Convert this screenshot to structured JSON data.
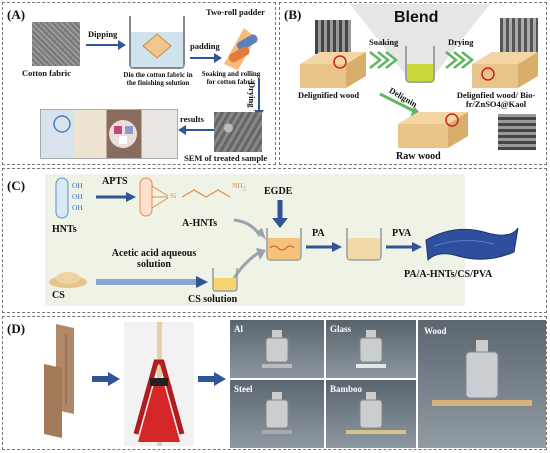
{
  "panels": {
    "a": {
      "label": "(A)",
      "cotton_fabric": "Cotton fabric",
      "dipping": "Dipping",
      "dip_caption": "Dio the cotton fabric in the finishing solution",
      "padding": "padding",
      "two_roll": "Two-roll padder",
      "soak_roll": "Soaking and rolling for cotton fabric",
      "drying": "Drying",
      "results": "results",
      "sem": "SEM of treated sample"
    },
    "b": {
      "label": "(B)",
      "blend": "Blend",
      "soaking": "Soaking",
      "drying": "Drying",
      "delignified_wood": "Delignified wood",
      "delig_result": "Delignfied wood/ Bio-fr/ZnSO4@Kaol",
      "delignin": "Delignin",
      "raw_wood": "Raw wood"
    },
    "c": {
      "label": "(C)",
      "hnts": "HNTs",
      "oh": [
        "OH",
        "OH",
        "OH"
      ],
      "apts": "APTS",
      "si": "Si",
      "nh2": "NH",
      "nh2_sub": "2",
      "ahnts": "A-HNTs",
      "egde": "EGDE",
      "pa": "PA",
      "pva": "PVA",
      "acetic": "Acetic acid aqueous solution",
      "cs": "CS",
      "cs_solution": "CS solution",
      "product": "PA/A-HNTs/CS/PVA"
    },
    "d": {
      "label": "(D)",
      "substrates": [
        "Al",
        "Glass",
        "Wood",
        "Steel",
        "Bamboo"
      ]
    }
  },
  "colors": {
    "arrow_blue": "#2f5597",
    "green_arrow": "#5cb85c",
    "panel_bg_c": "#eef3e6",
    "clamp_red": "#d62728"
  }
}
